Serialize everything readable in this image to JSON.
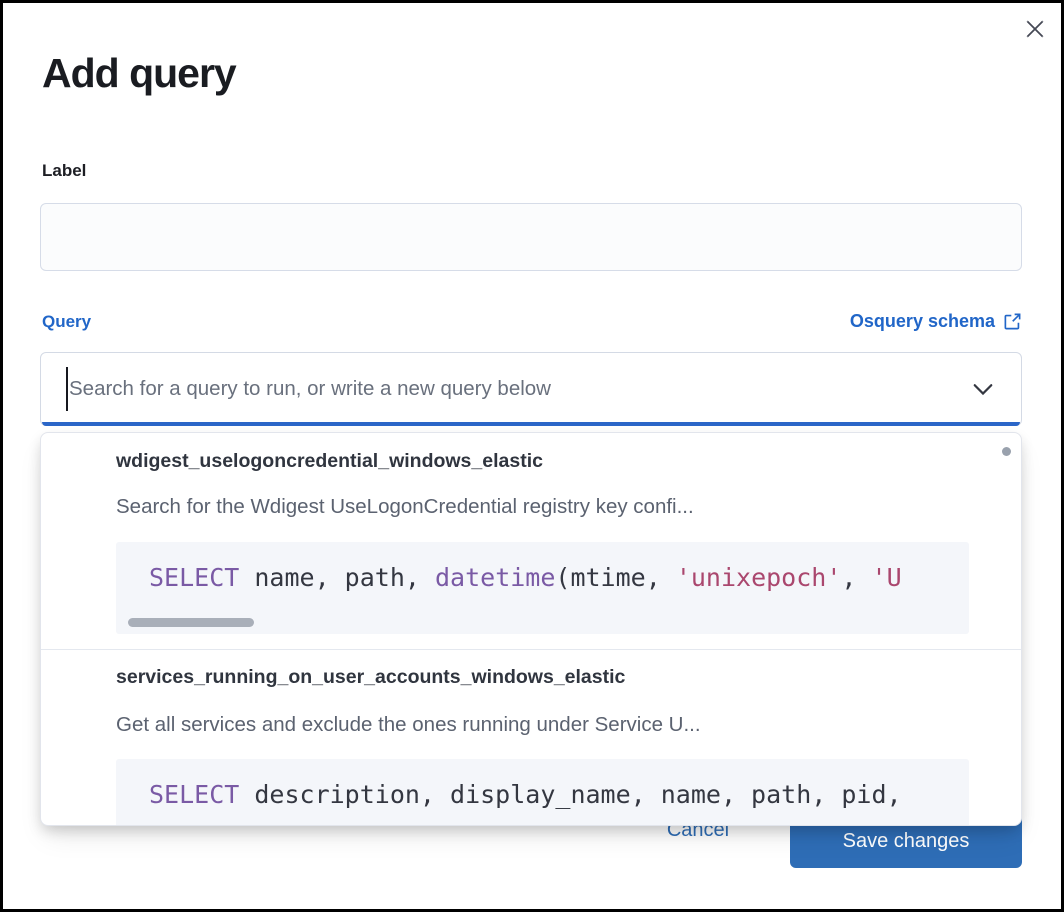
{
  "modal": {
    "title": "Add query"
  },
  "form": {
    "label_field": {
      "label": "Label",
      "value": ""
    },
    "query_field": {
      "label": "Query",
      "schema_link_label": "Osquery schema",
      "placeholder": "Search for a query to run, or write a new query below",
      "value": ""
    }
  },
  "dropdown": {
    "options": [
      {
        "id": "wdigest_uselogoncredential_windows_elastic",
        "description": "Search for the Wdigest UseLogonCredential registry key confi...",
        "sql_text": "SELECT name, path, datetime(mtime, 'unixepoch', 'U",
        "sql_tokens": [
          [
            "kw",
            "SELECT"
          ],
          [
            "pl",
            " name, path, "
          ],
          [
            "fn",
            "datetime"
          ],
          [
            "pl",
            "(mtime, "
          ],
          [
            "str",
            "'unixepoch'"
          ],
          [
            "pl",
            ", "
          ],
          [
            "str",
            "'U"
          ]
        ]
      },
      {
        "id": "services_running_on_user_accounts_windows_elastic",
        "description": "Get all services and exclude the ones running under Service U...",
        "sql_text": "SELECT description, display_name, name, path, pid,",
        "sql_tokens": [
          [
            "kw",
            "SELECT"
          ],
          [
            "pl",
            " description, display_name, name, path, pid,"
          ]
        ]
      }
    ]
  },
  "footer": {
    "cancel_label": "Cancel",
    "save_label": "Save changes"
  },
  "icons": {
    "close": "close-icon",
    "chevron": "chevron-down-icon",
    "external_link": "external-link-icon"
  },
  "colors": {
    "accent_blue": "#2166c8",
    "focus_underline": "#2b66c8",
    "button_blue": "#2e6db6",
    "title_text": "#1a1c21",
    "muted_text": "#69707d",
    "code_keyword": "#7a5aa5",
    "code_string": "#aa476e",
    "code_plain": "#343741",
    "code_bg": "#f4f6fa"
  }
}
